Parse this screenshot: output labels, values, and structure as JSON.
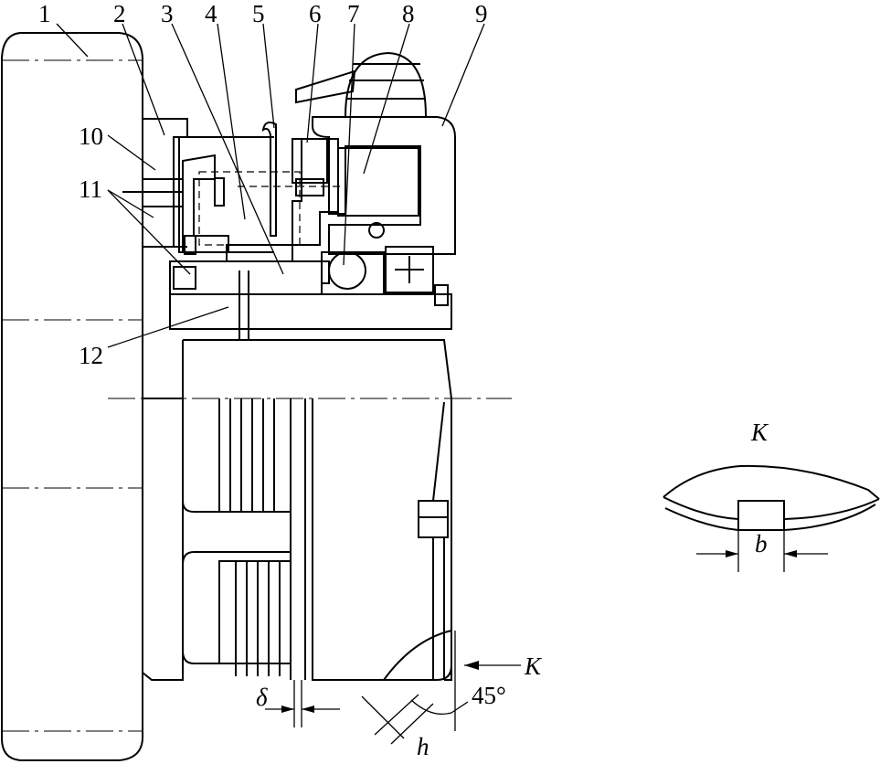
{
  "part_numbers": [
    "1",
    "2",
    "3",
    "4",
    "5",
    "6",
    "7",
    "8",
    "9",
    "10",
    "11",
    "12"
  ],
  "view_label": "K",
  "dimensions": {
    "clearance": "δ",
    "chamfer_width": "h",
    "chamfer_angle": "45°",
    "slot_width": "b",
    "view_arrow": "K"
  }
}
